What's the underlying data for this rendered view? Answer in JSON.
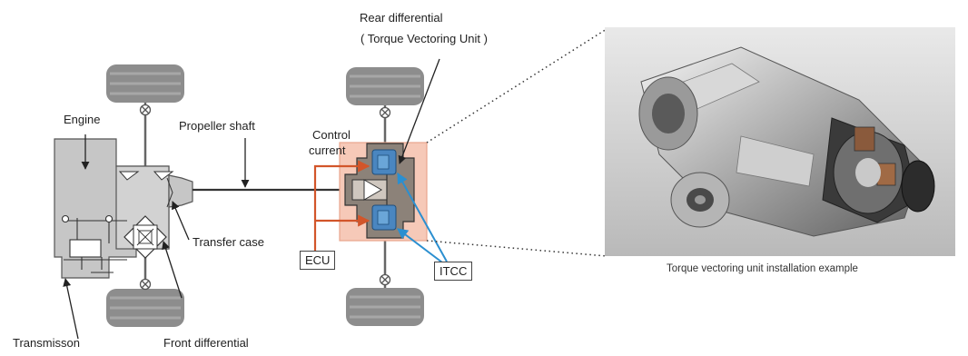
{
  "labels": {
    "engine": "Engine",
    "propeller_shaft": "Propeller shaft",
    "control_current_1": "Control",
    "control_current_2": "current",
    "rear_diff_1": "Rear differential",
    "rear_diff_2": "( Torque Vectoring Unit )",
    "transfer_case": "Transfer case",
    "ecu": "ECU",
    "itcc": "ITCC",
    "transmission": "Transmisson",
    "front_diff": "Front differential"
  },
  "caption": "Torque vectoring unit installation example",
  "colors": {
    "control_line": "#d2552a",
    "itcc_line": "#2b8fd0",
    "unit_highlight": "#f6c9b8",
    "clutch_pack": "#4a86c0",
    "housing": "#8c8279",
    "tire": "#8d8d8d",
    "engine_block": "#c6c6c6"
  },
  "icons": {
    "joint": "universal-joint-cross-icon",
    "arrow": "pointer-arrow-icon"
  }
}
